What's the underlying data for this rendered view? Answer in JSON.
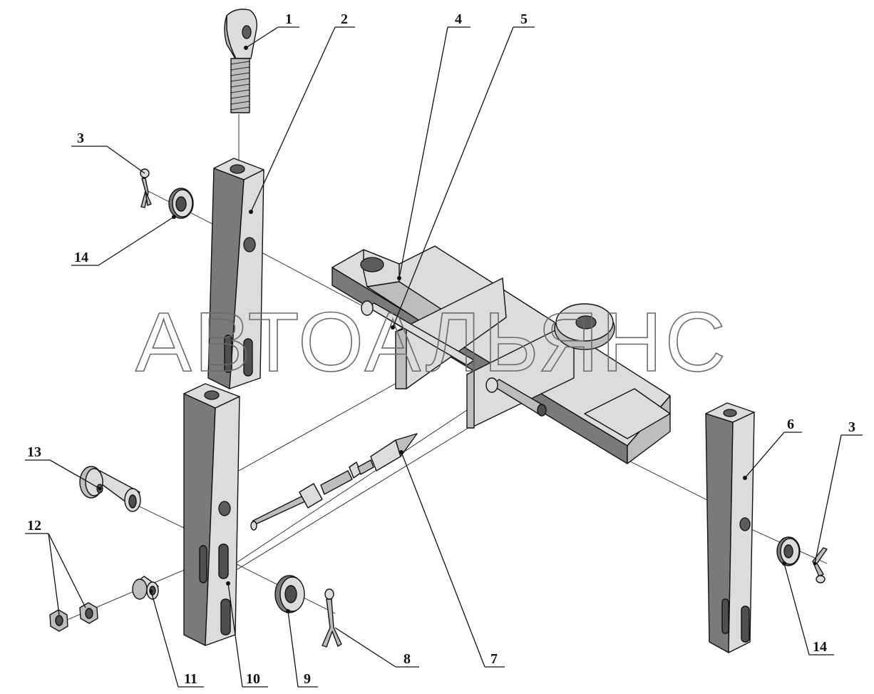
{
  "watermark": "АВТОАЛЬЯНС",
  "callouts": [
    {
      "id": "1",
      "label": "1"
    },
    {
      "id": "2",
      "label": "2"
    },
    {
      "id": "3a",
      "label": "3"
    },
    {
      "id": "3b",
      "label": "3"
    },
    {
      "id": "4",
      "label": "4"
    },
    {
      "id": "5",
      "label": "5"
    },
    {
      "id": "6",
      "label": "6"
    },
    {
      "id": "7",
      "label": "7"
    },
    {
      "id": "8",
      "label": "8"
    },
    {
      "id": "9",
      "label": "9"
    },
    {
      "id": "10",
      "label": "10"
    },
    {
      "id": "11",
      "label": "11"
    },
    {
      "id": "12",
      "label": "12"
    },
    {
      "id": "13",
      "label": "13"
    },
    {
      "id": "14a",
      "label": "14"
    },
    {
      "id": "14b",
      "label": "14"
    }
  ],
  "colors": {
    "line": "#111111",
    "face_light": "#dcdcdc",
    "face_mid": "#bdbdbd",
    "face_dark": "#7a7a7a",
    "watermark_stroke": "#6a6a6a"
  }
}
